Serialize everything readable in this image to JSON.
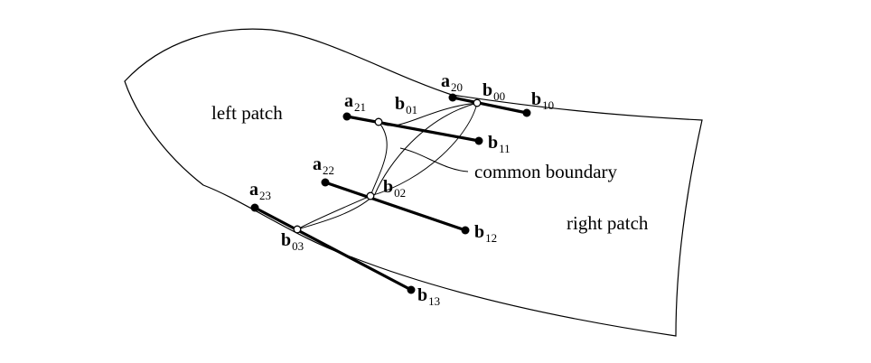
{
  "diagram": {
    "left_patch_label": "left patch",
    "right_patch_label": "right patch",
    "boundary_label": "common boundary",
    "points": {
      "a20": {
        "main": "a",
        "sub": "20"
      },
      "b00": {
        "main": "b",
        "sub": "00"
      },
      "b10": {
        "main": "b",
        "sub": "10"
      },
      "a21": {
        "main": "a",
        "sub": "21"
      },
      "b01": {
        "main": "b",
        "sub": "01"
      },
      "b11": {
        "main": "b",
        "sub": "11"
      },
      "a22": {
        "main": "a",
        "sub": "22"
      },
      "b02": {
        "main": "b",
        "sub": "02"
      },
      "b12": {
        "main": "b",
        "sub": "12"
      },
      "a23": {
        "main": "a",
        "sub": "23"
      },
      "b03": {
        "main": "b",
        "sub": "03"
      },
      "b13": {
        "main": "b",
        "sub": "13"
      }
    },
    "colors": {
      "stroke": "#000000",
      "background": "#ffffff"
    }
  }
}
